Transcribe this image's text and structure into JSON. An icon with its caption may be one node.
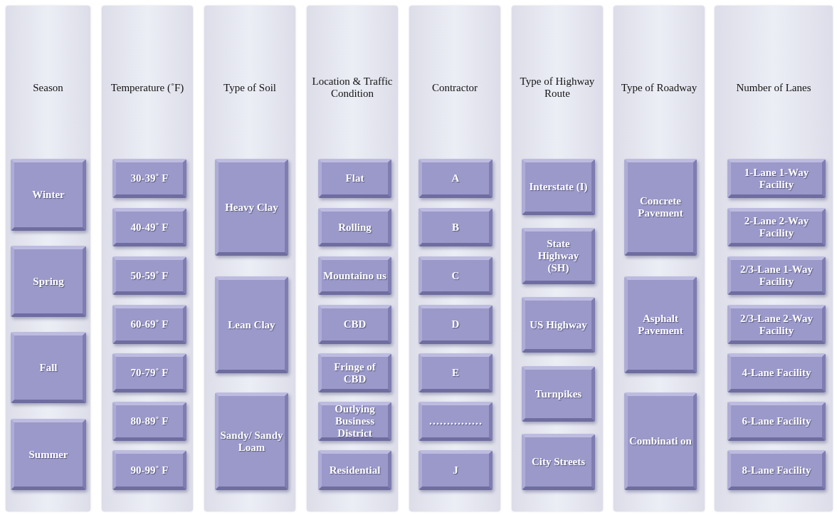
{
  "diagram": {
    "nodes": [
      {
        "text": [
          "Season"
        ]
      },
      {
        "text": [
          "Winter"
        ],
        "in": 0
      },
      {
        "text": [
          "Spring"
        ],
        "in": 0
      },
      {
        "text": [
          "Fall"
        ],
        "in": 0
      },
      {
        "text": [
          "Summer"
        ],
        "in": 0
      },
      {
        "text": [
          "Temperature (˚F)"
        ]
      },
      {
        "text": [
          "30-39˚ F"
        ],
        "in": 5
      },
      {
        "text": [
          "40-49˚ F"
        ],
        "in": 5
      },
      {
        "text": [
          "50-59˚ F"
        ],
        "in": 5
      },
      {
        "text": [
          "60-69˚ F"
        ],
        "in": 5
      },
      {
        "text": [
          "70-79˚ F"
        ],
        "in": 5
      },
      {
        "text": [
          "80-89˚ F"
        ],
        "in": 5
      },
      {
        "text": [
          "90-99˚ F"
        ],
        "in": 5
      },
      {
        "text": [
          "Type of Soil"
        ]
      },
      {
        "text": [
          "Heavy Clay"
        ],
        "in": 13
      },
      {
        "text": [
          "Lean Clay"
        ],
        "in": 13
      },
      {
        "text": [
          "Sandy/ Sandy Loam"
        ],
        "in": 13
      },
      {
        "text": [
          "Location & Traffic Condition"
        ]
      },
      {
        "text": [
          "Flat"
        ],
        "in": 17
      },
      {
        "text": [
          "Rolling"
        ],
        "in": 17
      },
      {
        "text": [
          "Mountaino us"
        ],
        "in": 17
      },
      {
        "text": [
          "CBD"
        ],
        "in": 17
      },
      {
        "text": [
          "Fringe of CBD"
        ],
        "in": 17
      },
      {
        "text": [
          "Outlying Business District"
        ],
        "in": 17
      },
      {
        "text": [
          "Residential"
        ],
        "in": 17
      },
      {
        "text": [
          "Contractor"
        ]
      },
      {
        "text": [
          "A"
        ],
        "in": 25
      },
      {
        "text": [
          "B"
        ],
        "in": 25
      },
      {
        "text": [
          "C"
        ],
        "in": 25
      },
      {
        "text": [
          "D"
        ],
        "in": 25
      },
      {
        "text": [
          "E"
        ],
        "in": 25
      },
      {
        "text": [
          "……………"
        ],
        "in": 25
      },
      {
        "text": [
          "J"
        ],
        "in": 25
      },
      {
        "text": [
          "Type of Highway Route"
        ]
      },
      {
        "text": [
          "Interstate (I)"
        ],
        "in": 33
      },
      {
        "text": [
          "State Highway (SH)"
        ],
        "in": 33
      },
      {
        "text": [
          "US Highway"
        ],
        "in": 33
      },
      {
        "text": [
          "Turnpikes"
        ],
        "in": 33
      },
      {
        "text": [
          "City Streets"
        ],
        "in": 33
      },
      {
        "text": [
          "Type of Roadway"
        ]
      },
      {
        "text": [
          "Concrete Pavement"
        ],
        "in": 39
      },
      {
        "text": [
          "Asphalt Pavement"
        ],
        "in": 39
      },
      {
        "text": [
          "Combinati on"
        ],
        "in": 39
      },
      {
        "text": [
          "Number of Lanes"
        ]
      },
      {
        "text": [
          "1-Lane 1-Way Facility"
        ],
        "in": 43
      },
      {
        "text": [
          "2-Lane 2-Way Facility"
        ],
        "in": 43
      },
      {
        "text": [
          "2/3-Lane 1-Way Facility"
        ],
        "in": 43
      },
      {
        "text": [
          "2/3-Lane 2-Way Facility"
        ],
        "in": 43
      },
      {
        "text": [
          "4-Lane Facility"
        ],
        "in": 43
      },
      {
        "text": [
          "6-Lane Facility"
        ],
        "in": 43
      },
      {
        "text": [
          "8-Lane Facility"
        ],
        "in": 43
      }
    ]
  }
}
